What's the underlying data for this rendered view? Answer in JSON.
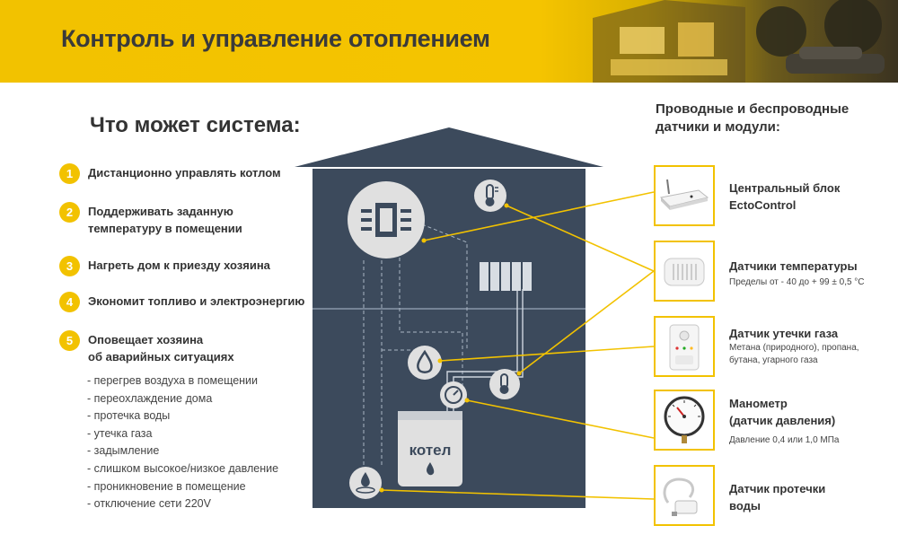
{
  "header": {
    "title": "Контроль и управление отоплением"
  },
  "capabilities": {
    "title": "Что может система:",
    "items": [
      {
        "number": "1",
        "text": "Дистанционно управлять котлом"
      },
      {
        "number": "2",
        "text": "Поддерживать заданную\nтемпературу в помещении"
      },
      {
        "number": "3",
        "text": "Нагреть дом к приезду хозяина"
      },
      {
        "number": "4",
        "text": "Экономит топливо и электроэнергию"
      },
      {
        "number": "5",
        "text": "Оповещает хозяина\nоб аварийных ситуациях"
      }
    ],
    "alerts": [
      "- перегрев воздуха в помещении",
      "- переохлаждение дома",
      "- протечка воды",
      "- утечка газа",
      "- задымление",
      "- слишком высокое/низкое давление",
      "- проникновение в помещение",
      "- отключение сети 220V"
    ]
  },
  "house": {
    "boiler_label": "котел"
  },
  "sensors": {
    "title": "Проводные и беспроводные\nдатчики и модули:",
    "items": [
      {
        "name": "Центральный блок\nEctoControl",
        "desc": "",
        "icon": "router-icon"
      },
      {
        "name": "Датчики температуры",
        "desc": "Пределы от - 40 до + 99 ± 0,5 °С",
        "icon": "temperature-sensor-icon"
      },
      {
        "name": "Датчик утечки газа",
        "desc": "Метана (природного), пропана,\nбутана,  угарного газа",
        "icon": "gas-detector-icon"
      },
      {
        "name": "Манометр\n(датчик давления)",
        "desc": "Давление 0,4 или 1,0 МПа",
        "icon": "manometer-icon"
      },
      {
        "name": "Датчик протечки\nводы",
        "desc": "",
        "icon": "leak-sensor-icon"
      }
    ]
  },
  "colors": {
    "accent": "#f2c200",
    "house": "#3c4a5c",
    "icon": "#e0e0e0"
  }
}
